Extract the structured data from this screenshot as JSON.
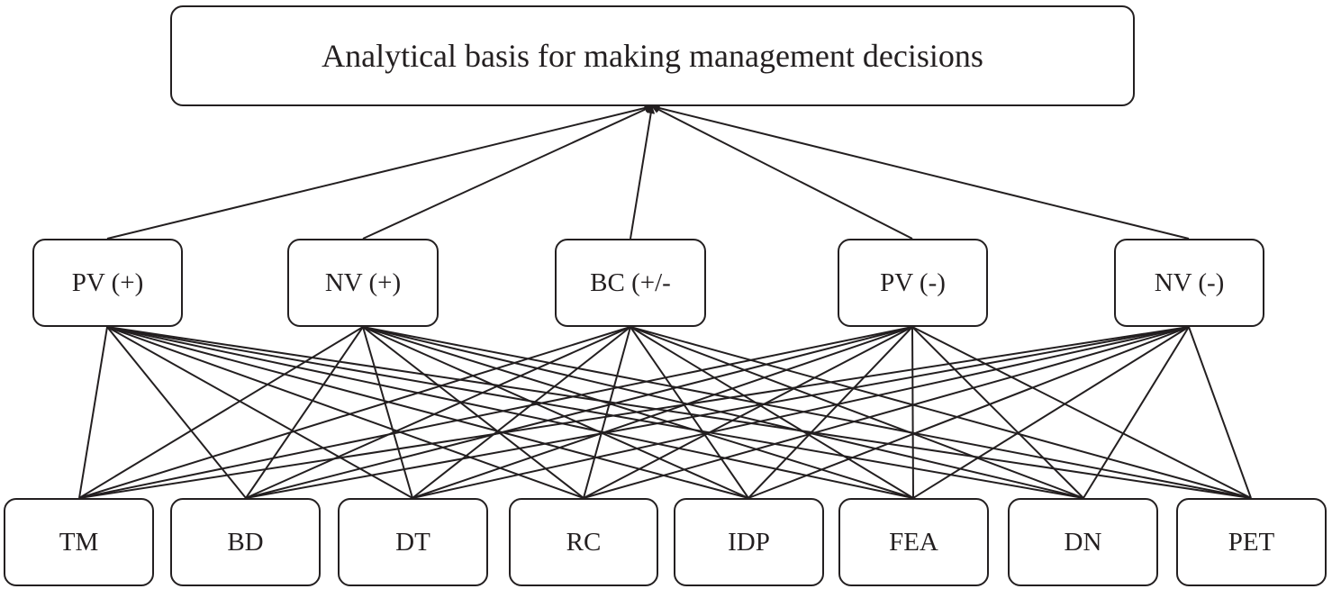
{
  "diagram": {
    "top_node": {
      "label": "Analytical basis for making management decisions"
    },
    "middle_nodes": [
      {
        "label": "PV (+)"
      },
      {
        "label": "NV (+)"
      },
      {
        "label": "BC (+/-"
      },
      {
        "label": "PV (-)"
      },
      {
        "label": "NV (-)"
      }
    ],
    "bottom_nodes": [
      {
        "label": "TM"
      },
      {
        "label": "BD"
      },
      {
        "label": "DT"
      },
      {
        "label": "RC"
      },
      {
        "label": "IDP"
      },
      {
        "label": "FEA"
      },
      {
        "label": "DN"
      },
      {
        "label": "PET"
      }
    ],
    "edge_color": "#231f20",
    "connectivity": "every bottom node connects to every middle node; every middle node points to the top node"
  }
}
